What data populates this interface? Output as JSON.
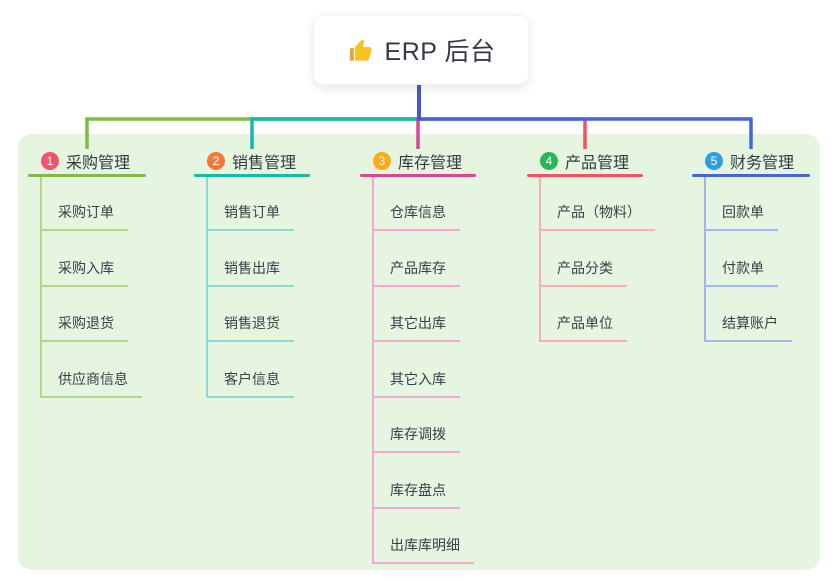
{
  "root": {
    "title": "ERP 后台",
    "icon": "thumbs-up-icon",
    "line_color": "#4A55D2"
  },
  "panel": {
    "background_color": "#E6F5E0"
  },
  "branches": [
    {
      "badge": "1",
      "title": "采购管理",
      "badge_color": "#F4516B",
      "line_color": "#7FBC3F",
      "sub_line_color": "#AFD98A",
      "items": [
        "采购订单",
        "采购入库",
        "采购退货",
        "供应商信息"
      ]
    },
    {
      "badge": "2",
      "title": "销售管理",
      "badge_color": "#F0793B",
      "line_color": "#14B8B1",
      "sub_line_color": "#8BD9D2",
      "items": [
        "销售订单",
        "销售出库",
        "销售退货",
        "客户信息"
      ]
    },
    {
      "badge": "3",
      "title": "库存管理",
      "badge_color": "#FBAC18",
      "line_color": "#D8449E",
      "sub_line_color": "#F2A9D2",
      "items": [
        "仓库信息",
        "产品库存",
        "其它出库",
        "其它入库",
        "库存调拨",
        "库存盘点",
        "出库库明细"
      ]
    },
    {
      "badge": "4",
      "title": "产品管理",
      "badge_color": "#2BB558",
      "line_color": "#F4525E",
      "sub_line_color": "#FAAFB4",
      "items": [
        "产品（物料）",
        "产品分类",
        "产品单位"
      ]
    },
    {
      "badge": "5",
      "title": "财务管理",
      "badge_color": "#2B9FE0",
      "line_color": "#3E68D8",
      "sub_line_color": "#A0B7E8",
      "items": [
        "回款单",
        "付款单",
        "结算账户"
      ]
    }
  ]
}
